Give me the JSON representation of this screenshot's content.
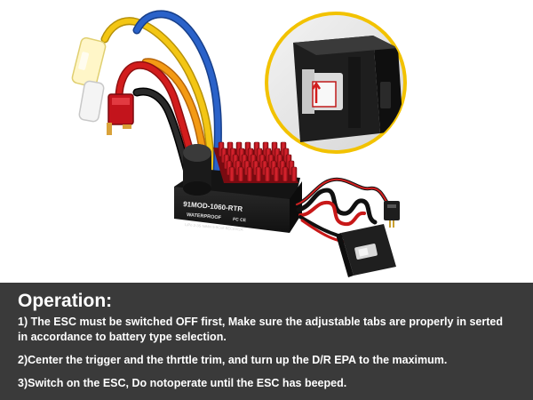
{
  "device": {
    "model_label": "91MOD-1060-RTR",
    "waterproof_label": "WATERPROOF",
    "cert_marks": "FC CE",
    "spec_line": "LiPo 2-3S NiMH 5-9Cell BEC6V/2A"
  },
  "instructions": {
    "title": "Operation:",
    "steps": [
      "1) The ESC must be switched OFF first, Make sure the adjustable tabs are properly in serted in accordance to battery type selection.",
      "2)Center the trigger and the thrttle trim, and turn up the D/R EPA to the maximum.",
      "3)Switch on the ESC, Do notoperate until the ESC has beeped."
    ]
  },
  "colors": {
    "panel_bg": "#3a3a3a",
    "panel_text": "#ffffff",
    "heatsink_red": "#c8141e",
    "zoom_circle_border": "#f2c200",
    "wire_yellow": "#f3c614",
    "wire_blue": "#2a62c9",
    "wire_red": "#d21c1c",
    "wire_black": "#1a1a1a",
    "housing_black": "#1e1e1e"
  },
  "icons": [
    "arrow-icon",
    "switch-icon",
    "plug-icon"
  ]
}
